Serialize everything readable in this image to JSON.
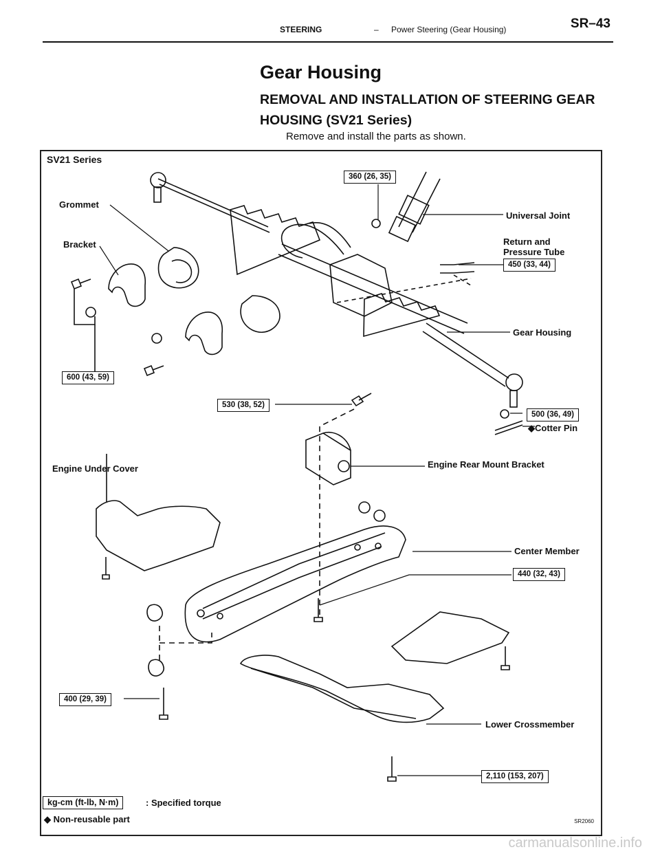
{
  "header": {
    "section": "STEERING",
    "separator": "–",
    "subsection": "Power Steering (Gear Housing)",
    "page_number": "SR–43"
  },
  "title": "Gear Housing",
  "heading": "REMOVAL AND INSTALLATION OF STEERING GEAR HOUSING (SV21 Series)",
  "instruction": "Remove and install the parts as shown.",
  "figure": {
    "series_label": "SV21 Series",
    "parts": {
      "grommet": "Grommet",
      "bracket": "Bracket",
      "universal_joint": "Universal Joint",
      "return_pressure_tube_line1": "Return and",
      "return_pressure_tube_line2": "Pressure Tube",
      "gear_housing": "Gear Housing",
      "cotter_pin": "Cotter Pin",
      "engine_rear_mount_bracket": "Engine Rear Mount Bracket",
      "engine_under_cover": "Engine Under Cover",
      "center_member": "Center Member",
      "lower_crossmember": "Lower Crossmember"
    },
    "torques": {
      "universal_joint_bolt": "360 (26, 35)",
      "tube_union": "450 (33, 44)",
      "bracket_bolt": "600 (43, 59)",
      "mount_bracket_bolt": "530 (38, 52)",
      "tie_rod_nut": "500 (36, 49)",
      "center_member_bolt": "440 (32, 43)",
      "front_bolt": "400 (29, 39)",
      "crossmember_bolt": "2,110 (153, 207)"
    },
    "legend": {
      "unit_box": "kg-cm (ft-lb, N·m)",
      "unit_text": ": Specified torque",
      "non_reusable": "Non-reusable part"
    },
    "figure_code": "SR2060"
  },
  "watermark": "carmanualsonline.info"
}
